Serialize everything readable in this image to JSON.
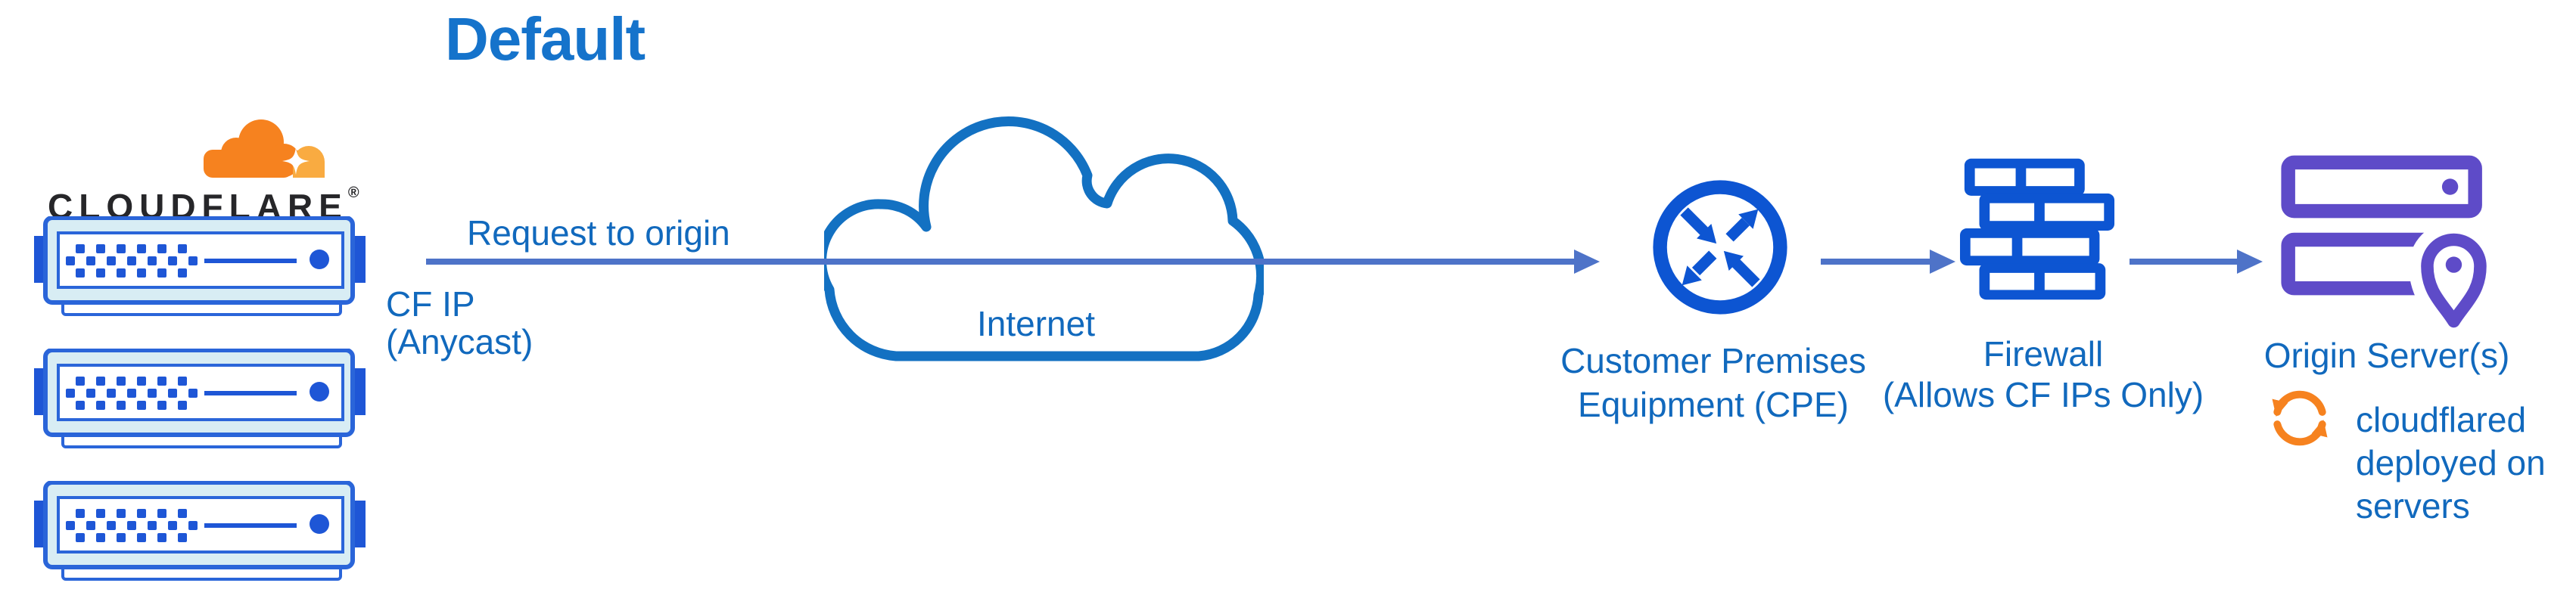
{
  "title": "Default",
  "brand": {
    "name": "CLOUDFLARE",
    "registered_mark": "®"
  },
  "edges": {
    "request_label": "Request to origin"
  },
  "nodes": {
    "cloudflare_edge": {
      "ip_label_line1": "CF IP",
      "ip_label_line2": "(Anycast)"
    },
    "internet": {
      "label": "Internet"
    },
    "cpe": {
      "label_line1": "Customer Premises",
      "label_line2": "Equipment (CPE)"
    },
    "firewall": {
      "label_line1": "Firewall",
      "label_line2": "(Allows CF IPs Only)"
    },
    "origin": {
      "label": "Origin Server(s)",
      "note_line1": "cloudflared",
      "note_line2": "deployed on",
      "note_line3": "servers"
    }
  },
  "icons": {
    "cloudflare_logo": "orange-cloud-logo",
    "edge_servers": "server-rack-units",
    "internet": "cloud-outline",
    "cpe": "router-crossed-arrows",
    "firewall": "brick-wall",
    "origin": "stacked-servers-with-location-pin",
    "cloudflared": "sync-circular-arrows"
  },
  "colors": {
    "title-blue": "#1573cb",
    "label-blue": "#1169bd",
    "line-blue": "#4e73c8",
    "icon-blue": "#0d55d2",
    "cloud-blue": "#1371c2",
    "server-border": "#2a65d9",
    "server-fill": "#d8edf4",
    "server-accent": "#1e56d6",
    "origin-purple": "#5e4bc8",
    "cf-orange": "#f6821f",
    "cf-orange-light": "#f9ab41",
    "brand-black": "#262629"
  }
}
